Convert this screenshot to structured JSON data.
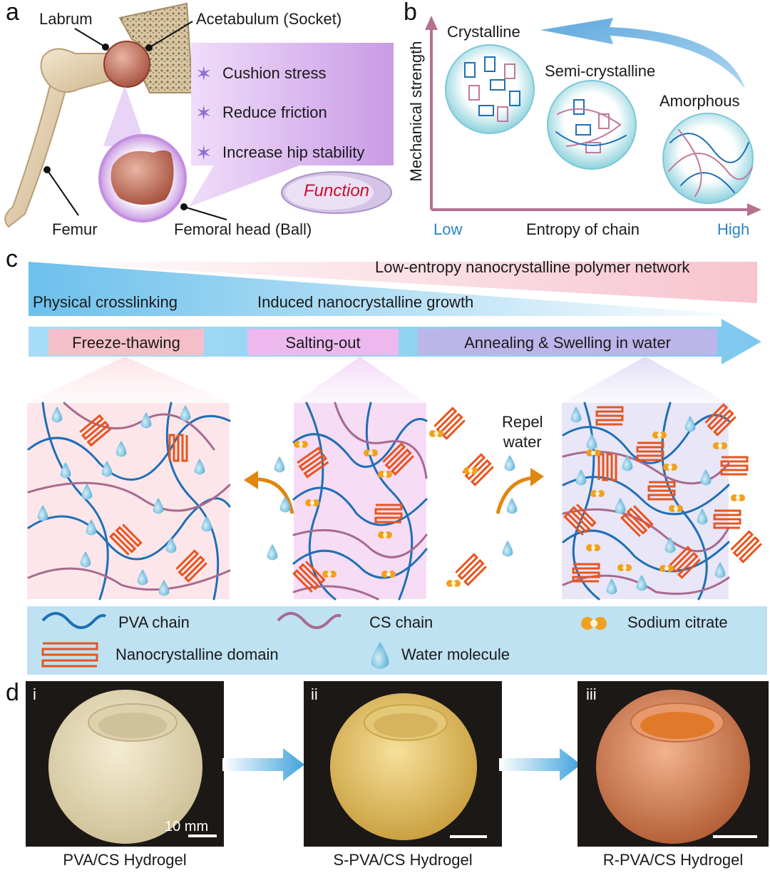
{
  "panel_a": {
    "letter": "a",
    "labels": {
      "labrum": "Labrum",
      "acetabulum": "Acetabulum (Socket)",
      "femur": "Femur",
      "femoral_head": "Femoral head (Ball)"
    },
    "functions": [
      "Cushion stress",
      "Reduce friction",
      "Increase hip stability"
    ],
    "function_badge": "Function",
    "colors": {
      "callout": "#d9b6ef",
      "badge_text": "#c8102e"
    }
  },
  "panel_b": {
    "letter": "b",
    "y_axis_label": "Mechanical strength",
    "x_axis_label": "Entropy of chain",
    "x_low": "Low",
    "x_high": "High",
    "states": [
      "Crystalline",
      "Semi-crystalline",
      "Amorphous"
    ],
    "colors": {
      "axis": "#b5728f",
      "low_high_text": "#2b84c6"
    }
  },
  "panel_c": {
    "letter": "c",
    "top_wedge_text": "Low-entropy nanocrystalline polymer network",
    "physical_crosslinking": "Physical crosslinking",
    "induced_growth": "Induced nanocrystalline growth",
    "steps": [
      "Freeze-thawing",
      "Salting-out",
      "Annealing & Swelling in water"
    ],
    "repel_water": "Repel\nwater",
    "legend": {
      "pva_chain": "PVA chain",
      "cs_chain": "CS chain",
      "sodium_citrate": "Sodium citrate",
      "nanocrystalline_domain": "Nanocrystalline domain",
      "water_molecule": "Water molecule"
    },
    "colors": {
      "pva": "#1f6fb5",
      "cs": "#a86a8e",
      "crystal": "#e8541e",
      "citrate": "#f2a11e",
      "water": "#7fc3e3"
    }
  },
  "panel_d": {
    "letter": "d",
    "photos": [
      {
        "numeral": "i",
        "caption": "PVA/CS Hydrogel",
        "scale_label": "10 mm"
      },
      {
        "numeral": "ii",
        "caption": "S-PVA/CS Hydrogel",
        "scale_label": ""
      },
      {
        "numeral": "iii",
        "caption": "R-PVA/CS Hydrogel",
        "scale_label": ""
      }
    ]
  }
}
